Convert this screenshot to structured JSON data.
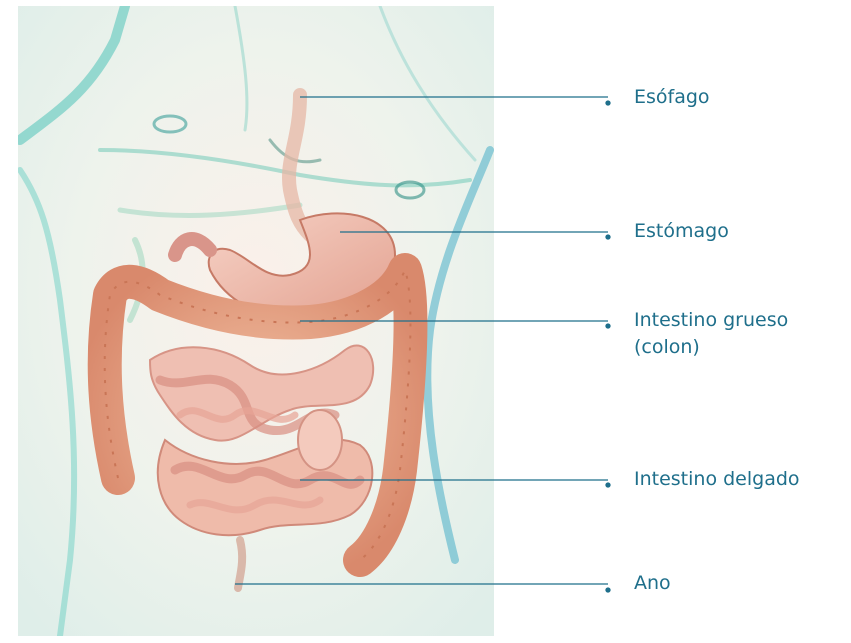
{
  "diagram": {
    "accent_color": "#1f6f8b",
    "labels": [
      {
        "id": "esofago",
        "text": "Esófago"
      },
      {
        "id": "estomago",
        "text": "Estómago"
      },
      {
        "id": "colon",
        "text": "Intestino grueso\n(colon)"
      },
      {
        "id": "delgado",
        "text": "Intestino delgado"
      },
      {
        "id": "ano",
        "text": "Ano"
      }
    ]
  }
}
